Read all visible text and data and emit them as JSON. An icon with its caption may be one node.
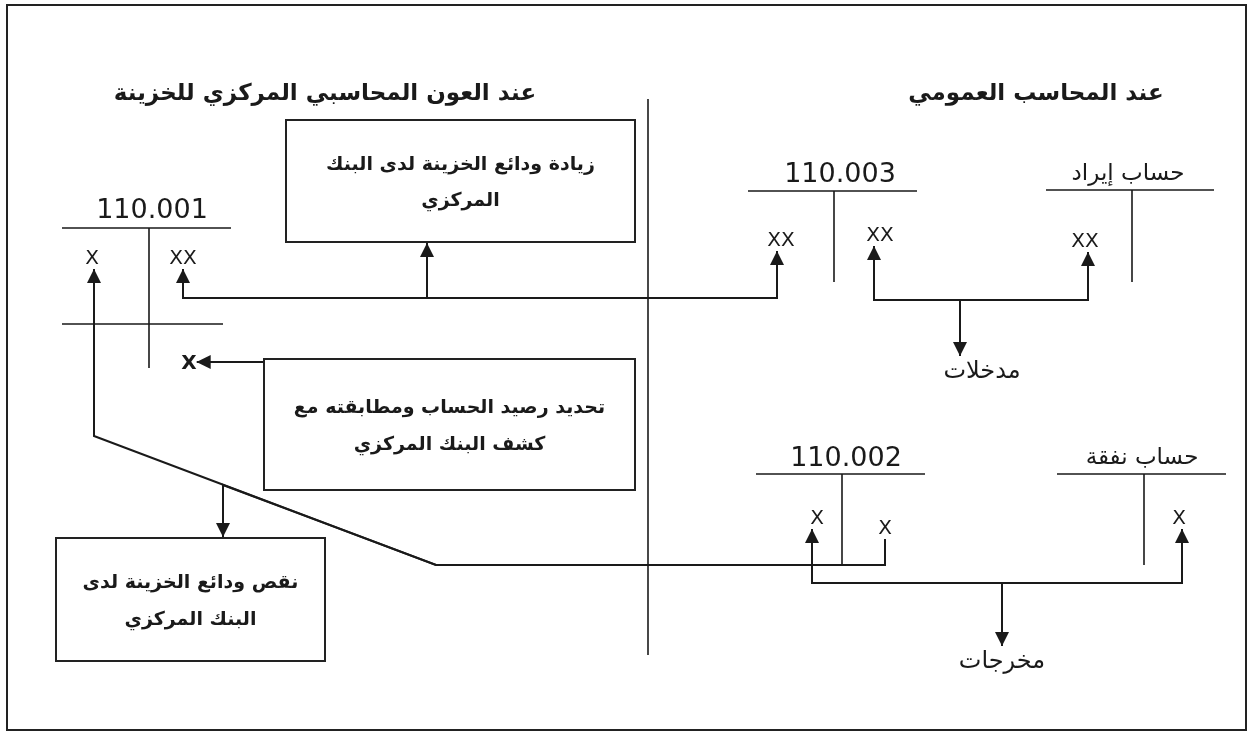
{
  "diagram": {
    "nodes": [
      {
        "text": [
          "زيادة ودائع الخزينة لدى البنك المركزي"
        ]
      },
      {
        "text": [
          "XX"
        ]
      },
      {
        "text": [
          "X"
        ]
      },
      {
        "text": [
          "XX"
        ]
      },
      {
        "text": [
          "XX"
        ]
      },
      {
        "text": [
          "XX"
        ]
      },
      {
        "text": [
          "مدخلات"
        ]
      },
      {
        "text": [
          "تحديد رصيد الحساب ومطابقته مع كشف البنك المركزي"
        ]
      },
      {
        "text": [
          "X"
        ]
      },
      {
        "text": [
          "نقص ودائع الخزينة لدى البنك المركزي"
        ]
      },
      {
        "text": [
          "X"
        ]
      },
      {
        "text": [
          "X"
        ]
      },
      {
        "text": [
          "X"
        ]
      },
      {
        "text": [
          "مخرجات"
        ]
      }
    ],
    "edges": [
      {
        "from": 3,
        "to": 1,
        "arrow": "both"
      },
      {
        "from": 3,
        "to": 0,
        "arrow": "to"
      },
      {
        "from": 4,
        "to": 5,
        "arrow": "both"
      },
      {
        "from": 4,
        "to": 6,
        "arrow": "to"
      },
      {
        "from": 7,
        "to": 8,
        "arrow": "to"
      },
      {
        "from": 11,
        "to": 2,
        "arrow": "to"
      },
      {
        "from": 11,
        "to": 9,
        "arrow": "to"
      },
      {
        "from": 10,
        "to": 12,
        "arrow": "both"
      },
      {
        "from": 10,
        "to": 13,
        "arrow": "to"
      }
    ],
    "labels": [
      "عند العون المحاسبي المركزي للخزينة",
      "عند المحاسب العمومي",
      "110.001",
      "110.003",
      "حساب إيراد",
      "110.002",
      "حساب نفقة"
    ]
  }
}
